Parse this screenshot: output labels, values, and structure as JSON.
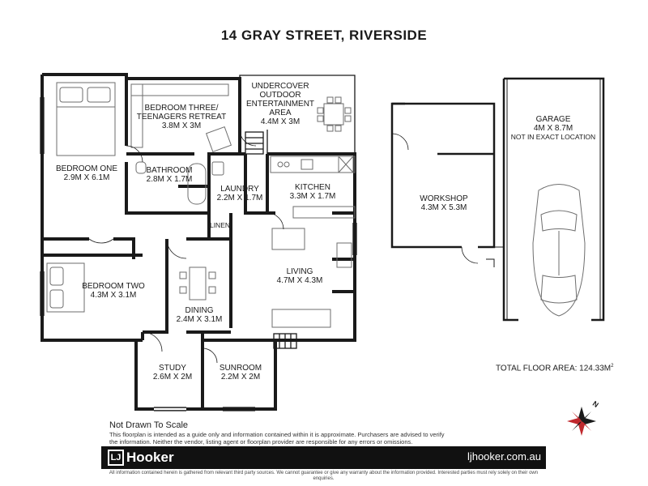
{
  "title": "14 GRAY STREET,  RIVERSIDE",
  "rooms": {
    "bedroom_one": {
      "name": "BEDROOM ONE",
      "size": "2.9M X 6.1M"
    },
    "bedroom_three": {
      "name": "BEDROOM THREE/",
      "name2": "TEENAGERS RETREAT",
      "size": "3.8M X 3M"
    },
    "outdoor": {
      "l1": "UNDERCOVER",
      "l2": "OUTDOOR",
      "l3": "ENTERTAINMENT",
      "l4": "AREA",
      "size": "4.4M X 3M"
    },
    "bathroom": {
      "name": "BATHROOM",
      "size": "2.8M X 1.7M"
    },
    "laundry": {
      "name": "LAUNDRY",
      "size": "2.2M X 1.7M"
    },
    "kitchen": {
      "name": "KITCHEN",
      "size": "3.3M X 1.7M"
    },
    "linen": {
      "name": "LINEN"
    },
    "bedroom_two": {
      "name": "BEDROOM TWO",
      "size": "4.3M X 3.1M"
    },
    "living": {
      "name": "LIVING",
      "size": "4.7M X 4.3M"
    },
    "dining": {
      "name": "DINING",
      "size": "2.4M X 3.1M"
    },
    "study": {
      "name": "STUDY",
      "size": "2.6M X 2M"
    },
    "sunroom": {
      "name": "SUNROOM",
      "size": "2.2M X 2M"
    },
    "workshop": {
      "name": "WORKSHOP",
      "size": "4.3M X 5.3M"
    },
    "garage": {
      "name": "GARAGE",
      "size": "4M X 8.7M",
      "note": "NOT IN EXACT LOCATION"
    }
  },
  "total_floor_area": "TOTAL FLOOR AREA: 124.33M",
  "total_floor_area_unit": "2",
  "not_to_scale": "Not Drawn To Scale",
  "disclaimer": "This floorplan is intended as a guide only and information contained within it is approximate. Purchasers are advised to verify the information. Neither the vendor, listing agent or floorplan provider are responsible for any errors or omissions.",
  "brand": {
    "mark": "LJ",
    "name": "Hooker"
  },
  "website": "ljhooker.com.au",
  "fine_print": "All information contained herein is gathered from relevant third party sources. We cannot guarantee or give any warranty about the information provided. Interested parties must rely solely on their own enquiries.",
  "compass": {
    "label": "N"
  },
  "colors": {
    "wall": "#1a1a1a",
    "furniture": "#6e6e6e",
    "compass_red": "#c0282d",
    "footer": "#111111"
  }
}
